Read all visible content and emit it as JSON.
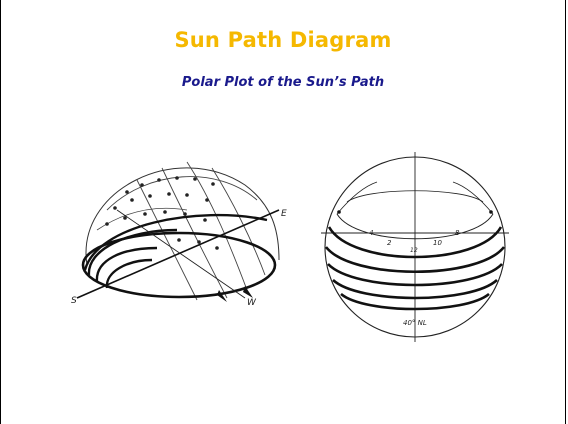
{
  "slide": {
    "title": "Sun Path Diagram",
    "subtitle": "Polar Plot of the Sun’s Path"
  },
  "diagrams": {
    "perspective": {
      "labels": {
        "east": "E",
        "south": "S",
        "west": "W"
      }
    },
    "polar": {
      "hour_labels": [
        "4",
        "2",
        "12",
        "10",
        "8"
      ],
      "latitude_label": "40° NL"
    }
  },
  "colors": {
    "title": "#f5b800",
    "subtitle": "#1a1a8c",
    "ink": "#1b1b1b"
  }
}
